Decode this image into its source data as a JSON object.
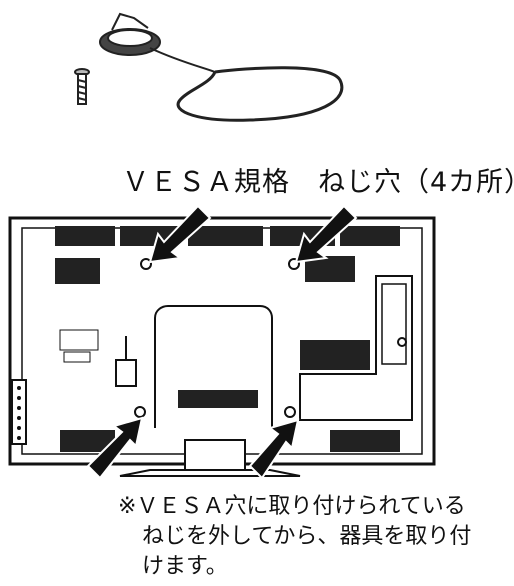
{
  "heading": "ＶＥＳＡ規格　ねじ穴（4カ所）",
  "note": {
    "line1": "※ＶＥＳＡ穴に取り付けられている",
    "line2": "ねじを外してから、器具を取り付",
    "line3": "けます。"
  }
}
